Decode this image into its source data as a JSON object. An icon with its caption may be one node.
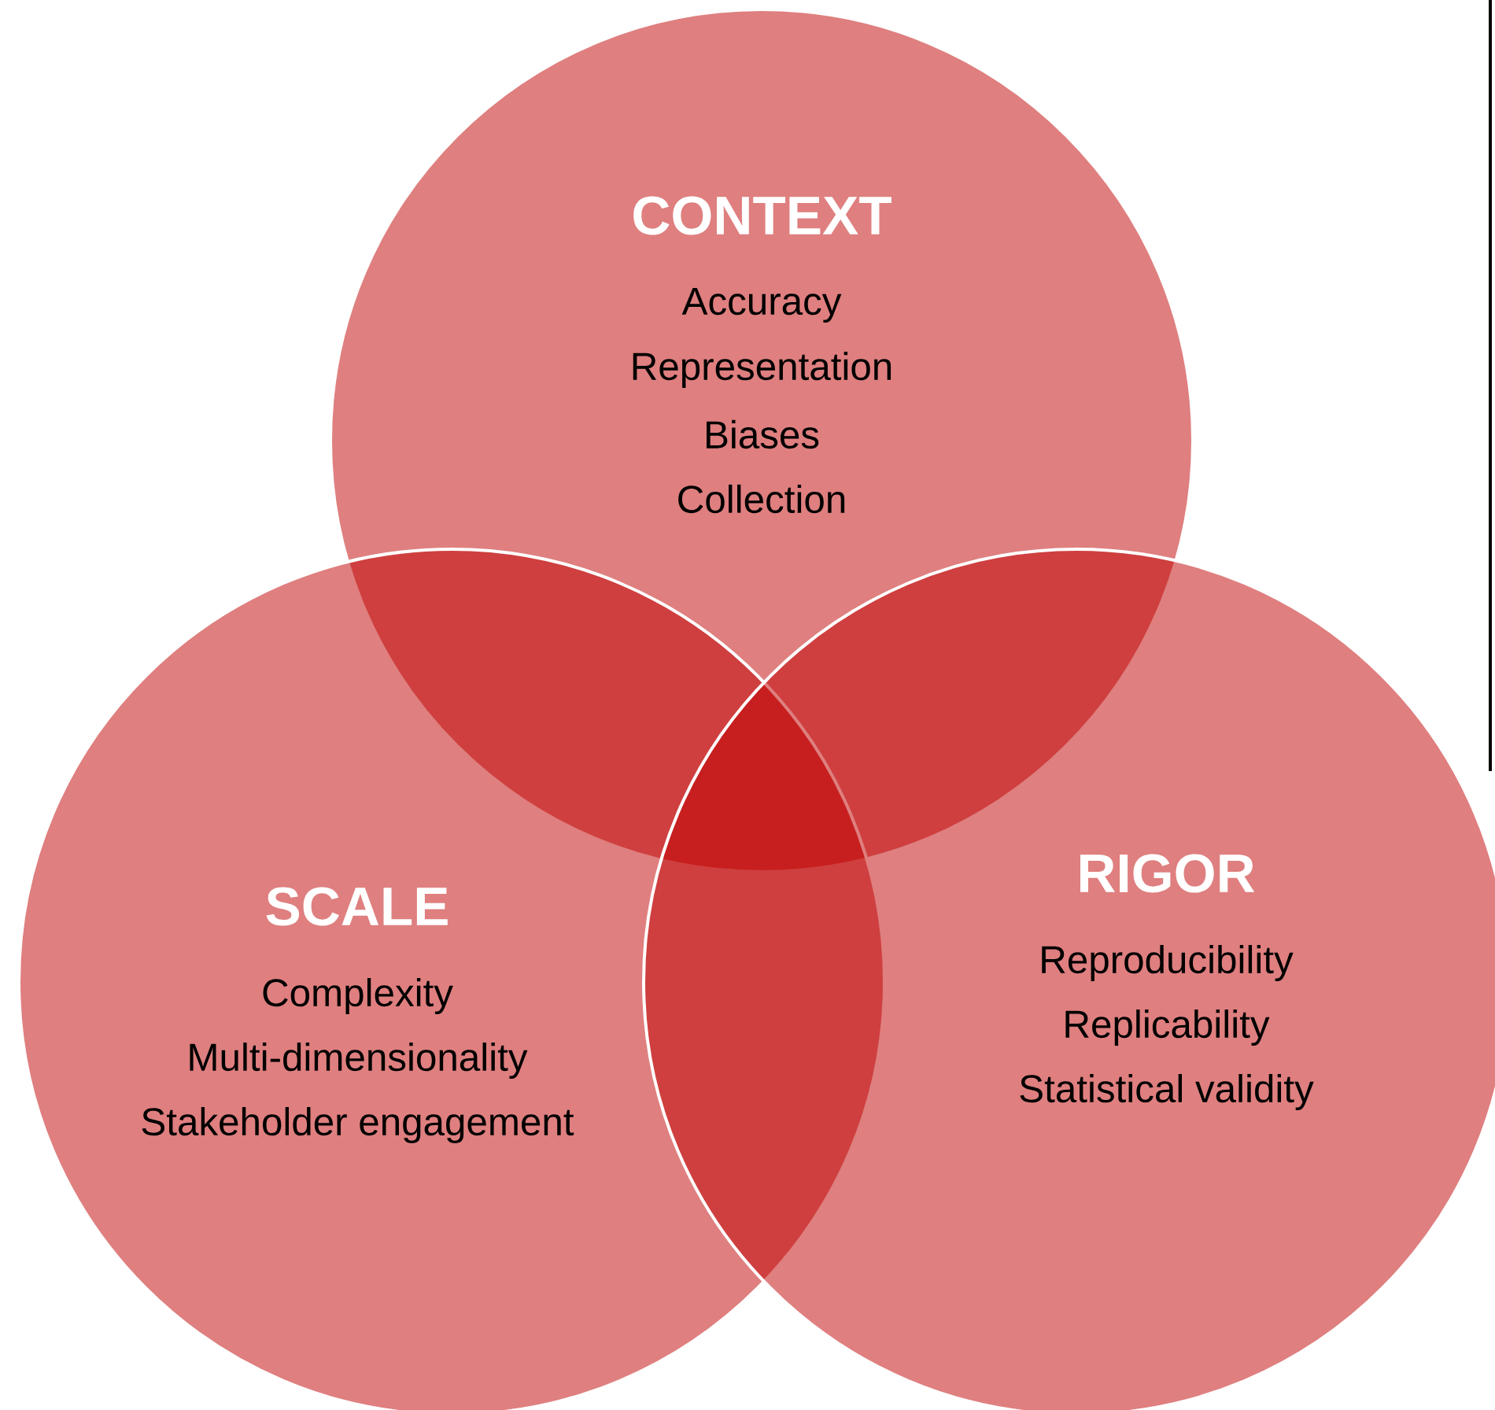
{
  "diagram": {
    "nodes": [
      {
        "text": [
          "CONTEXT",
          "Accuracy",
          "Representation",
          "Biases",
          "Collection"
        ]
      },
      {
        "text": [
          "SCALE",
          "Complexity",
          "Multi-dimensionality",
          "Stakeholder engagement"
        ]
      },
      {
        "text": [
          "RIGOR",
          "Reproducibility",
          "Replicability",
          "Statistical validity"
        ]
      }
    ]
  }
}
